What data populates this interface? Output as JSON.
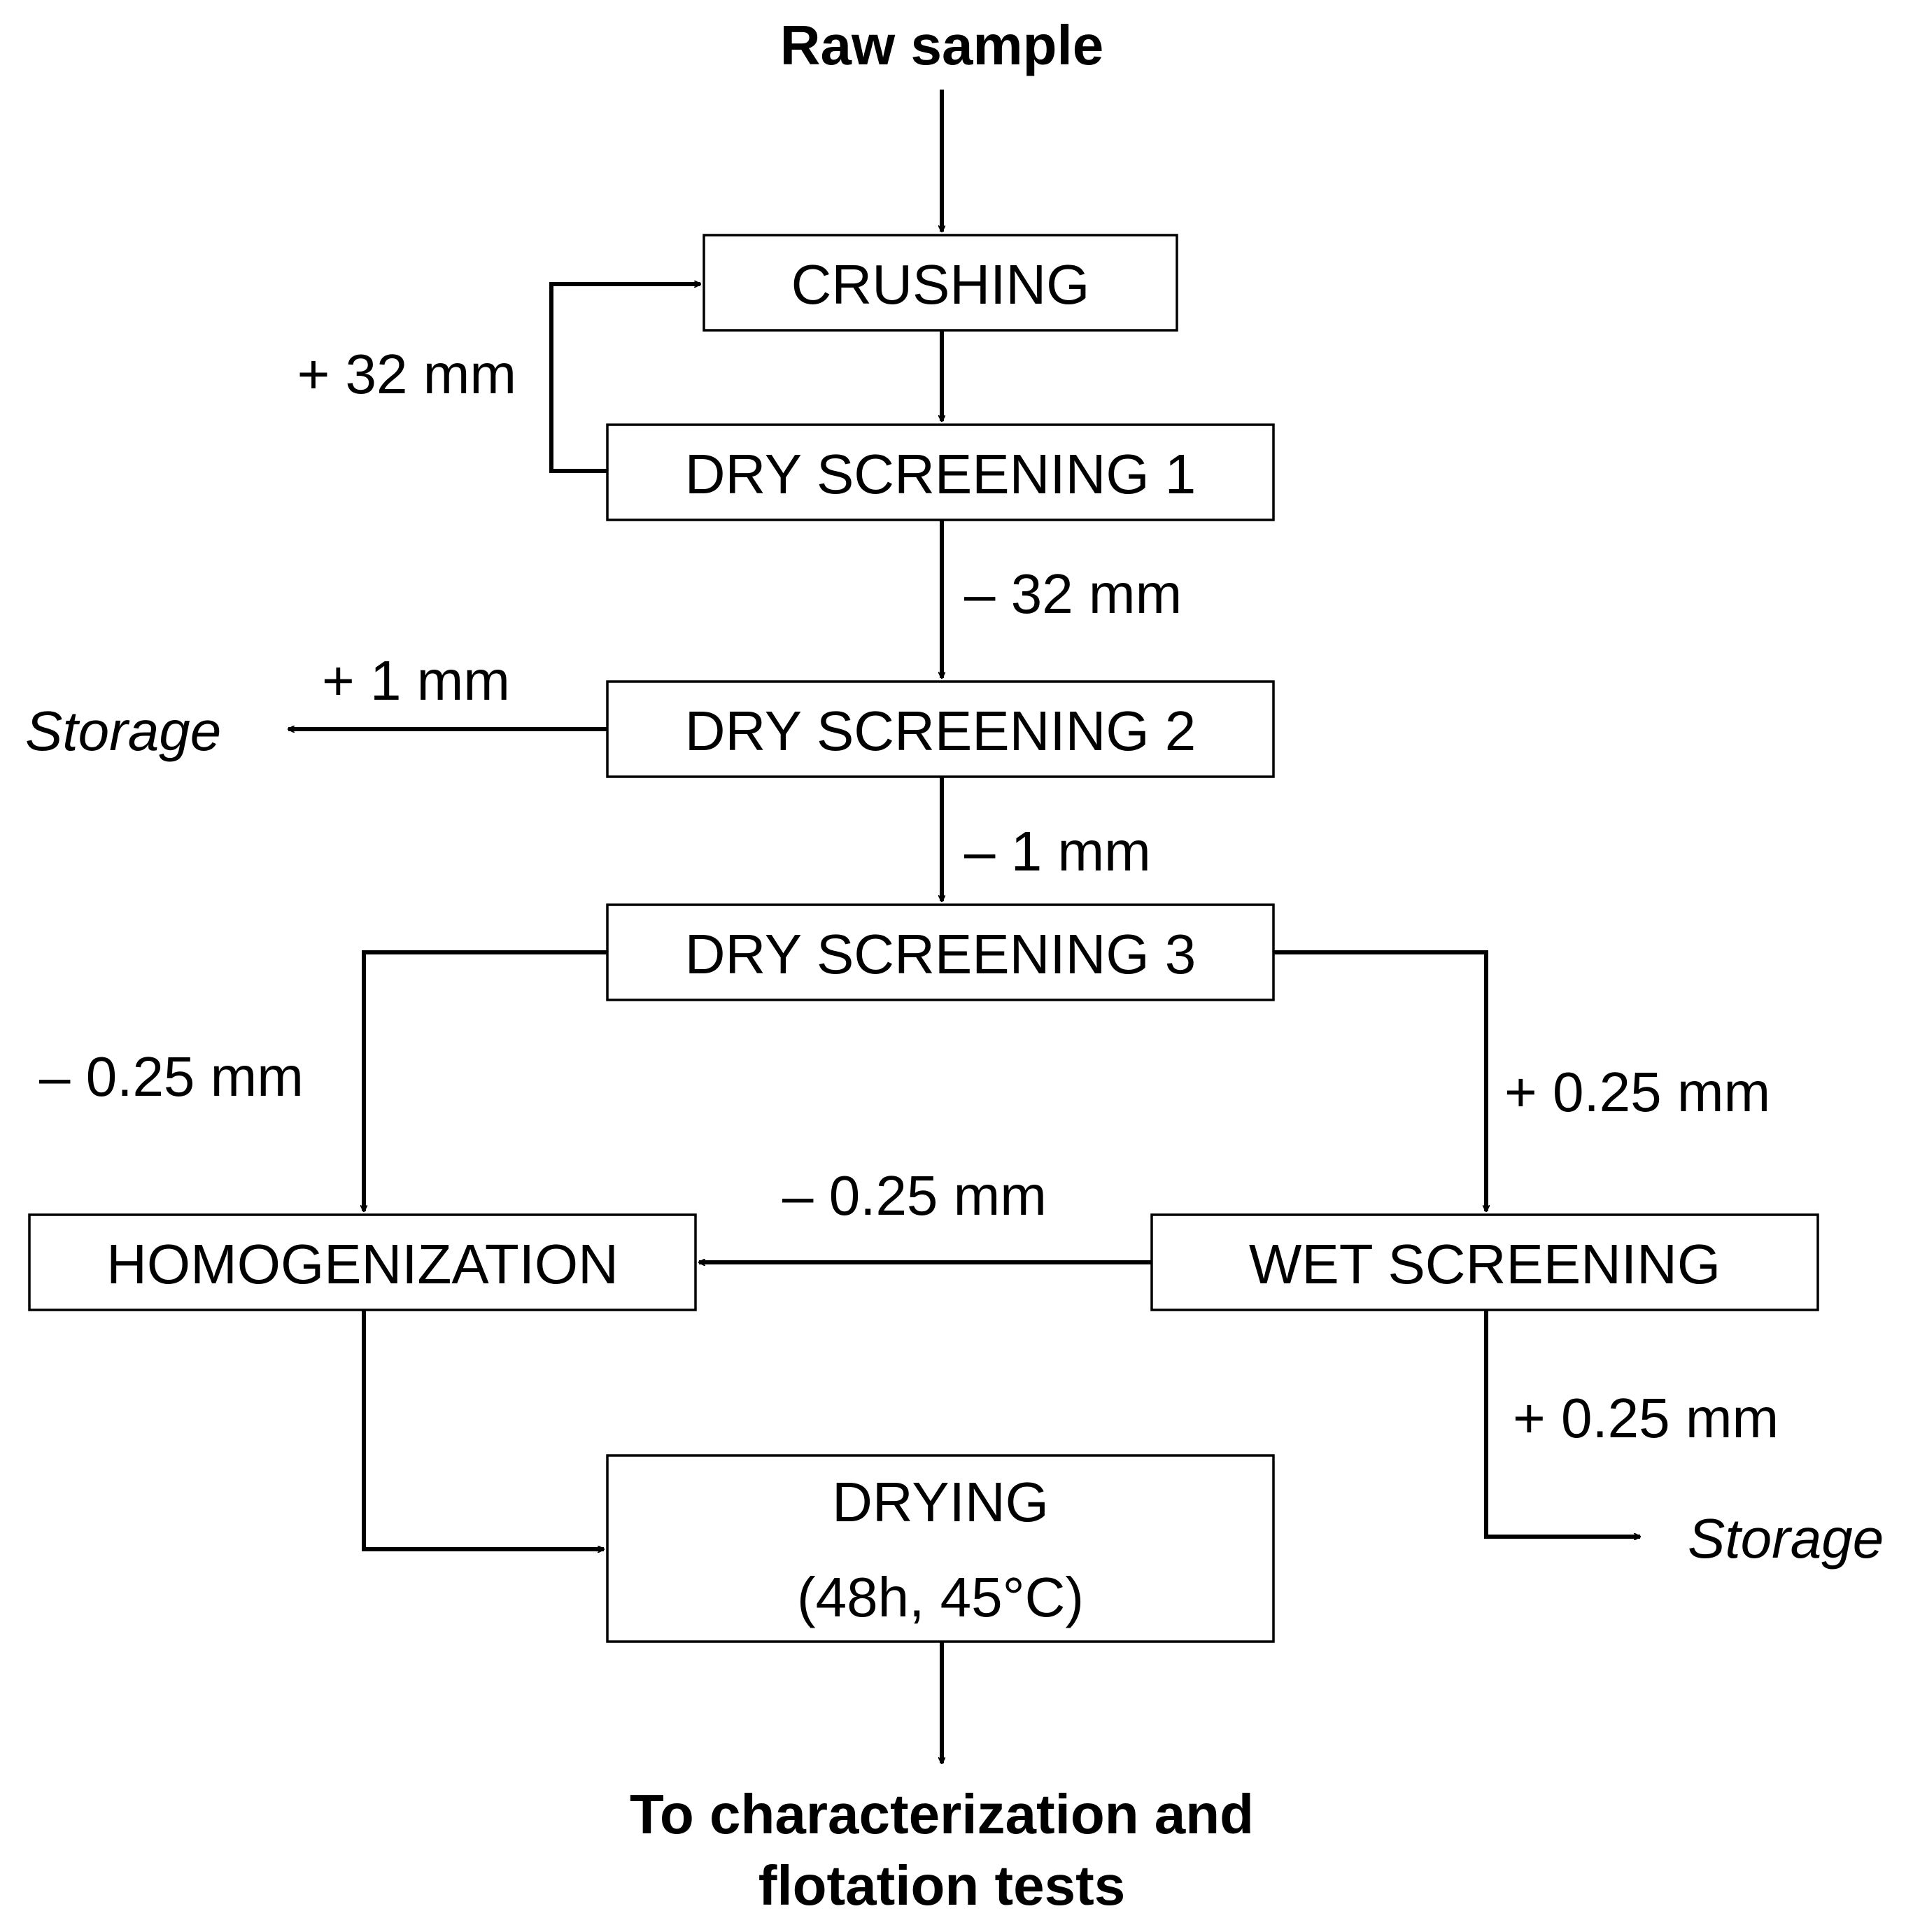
{
  "input_label": "Raw sample",
  "output_label_line1": "To characterization and",
  "output_label_line2": "flotation tests",
  "boxes": {
    "crushing": "CRUSHING",
    "dry_screening_1": "DRY SCREENING 1",
    "dry_screening_2": "DRY SCREENING 2",
    "dry_screening_3": "DRY SCREENING 3",
    "homogenization": "HOMOGENIZATION",
    "wet_screening": "WET SCREENING",
    "drying_line1": "DRYING",
    "drying_line2": "(48h, 45°C)"
  },
  "edge_labels": {
    "recycle_plus_32": "+ 32 mm",
    "minus_32": "– 32 mm",
    "plus_1": "+ 1 mm",
    "minus_1": "– 1 mm",
    "minus_025_left": "– 0.25 mm",
    "plus_025_right": "+ 0.25 mm",
    "minus_025_wet": "– 0.25 mm",
    "plus_025_wet": "+ 0.25 mm"
  },
  "outputs": {
    "storage_left": "Storage",
    "storage_right": "Storage"
  },
  "colors": {
    "line": "#000000",
    "background": "#ffffff"
  }
}
